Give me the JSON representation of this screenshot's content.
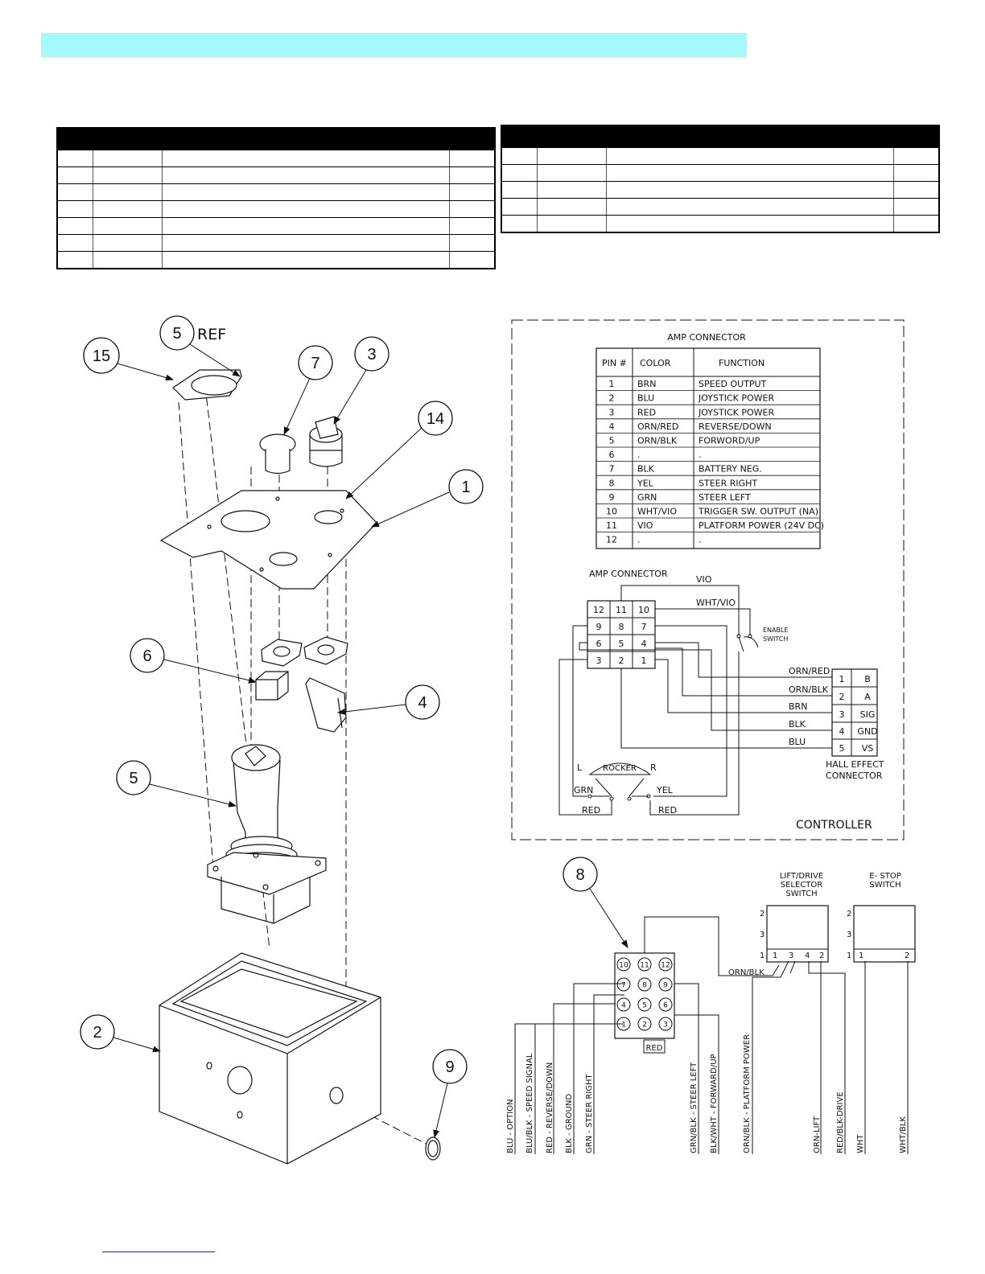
{
  "amp_table": {
    "title": "AMP CONNECTOR",
    "headers": [
      "PIN #",
      "COLOR",
      "FUNCTION"
    ],
    "rows": [
      [
        "1",
        "BRN",
        "SPEED OUTPUT"
      ],
      [
        "2",
        "BLU",
        "JOYSTICK POWER"
      ],
      [
        "3",
        "RED",
        "JOYSTICK POWER"
      ],
      [
        "4",
        "ORN/RED",
        "REVERSE/DOWN"
      ],
      [
        "5",
        "ORN/BLK",
        "FORWORD/UP"
      ],
      [
        "6",
        ".",
        "."
      ],
      [
        "7",
        "BLK",
        "BATTERY NEG."
      ],
      [
        "8",
        "YEL",
        "STEER RIGHT"
      ],
      [
        "9",
        "GRN",
        "STEER LEFT"
      ],
      [
        "10",
        "WHT/VIO",
        "TRIGGER SW. OUTPUT (NA)"
      ],
      [
        "11",
        "VIO",
        "PLATFORM POWER (24V DC)"
      ],
      [
        "12",
        ".",
        "."
      ]
    ]
  },
  "schematic": {
    "amp_connector_label": "AMP CONNECTOR",
    "pins": [
      "12",
      "11",
      "10",
      "9",
      "8",
      "7",
      "6",
      "5",
      "4",
      "3",
      "2",
      "1"
    ],
    "vio": "VIO",
    "wht_vio": "WHT/VIO",
    "enable_switch": [
      "ENABLE",
      "SWITCH"
    ],
    "wire_labels": [
      "ORN/RED",
      "ORN/BLK",
      "BRN",
      "BLK",
      "BLU"
    ],
    "hall_rows": [
      [
        "1",
        "B"
      ],
      [
        "2",
        "A"
      ],
      [
        "3",
        "SIG"
      ],
      [
        "4",
        "GND"
      ],
      [
        "5",
        "VS"
      ]
    ],
    "hall_label": [
      "HALL EFFECT",
      "CONNECTOR"
    ],
    "rocker": "ROCKER",
    "rocker_l": "L",
    "rocker_r": "R",
    "grn": "GRN",
    "yel": "YEL",
    "red": "RED",
    "controller": "CONTROLLER"
  },
  "lower_schematic": {
    "callout": "8",
    "pins": [
      "10",
      "11",
      "12",
      "7",
      "8",
      "9",
      "4",
      "5",
      "6",
      "1",
      "2",
      "3"
    ],
    "red": "RED",
    "orn_blk": "ORN/BLK",
    "lift_drive_label": [
      "LIFT/DRIVE",
      "SELECTOR",
      "SWITCH"
    ],
    "estop_label": [
      "E- STOP",
      "SWITCH"
    ],
    "switch_side_nums": [
      "2",
      "3",
      "1"
    ],
    "lift_drive_terms": [
      "1",
      "3",
      "4",
      "2"
    ],
    "estop_terms": [
      "1",
      "2"
    ],
    "vertical_labels": [
      "BLU - OPTION",
      "BLU/BLK - SPEED SIGNAL",
      "RED - REVERSE/DOWN",
      "BLK - GROUND",
      "GRN - STEER RIGHT",
      "GRN/BLK - STEER LEFT",
      "BLK/WHT - FORWARD/UP",
      "ORN/BLK - PLATFORM POWER",
      "ORN-LIFT",
      "RED/BLK-DRIVE",
      "WHT",
      "WHT/BLK"
    ]
  },
  "exploded_view": {
    "callouts": [
      "15",
      "5",
      "7",
      "3",
      "14",
      "1",
      "6",
      "4",
      "5",
      "2",
      "9"
    ],
    "ref": "REF"
  }
}
